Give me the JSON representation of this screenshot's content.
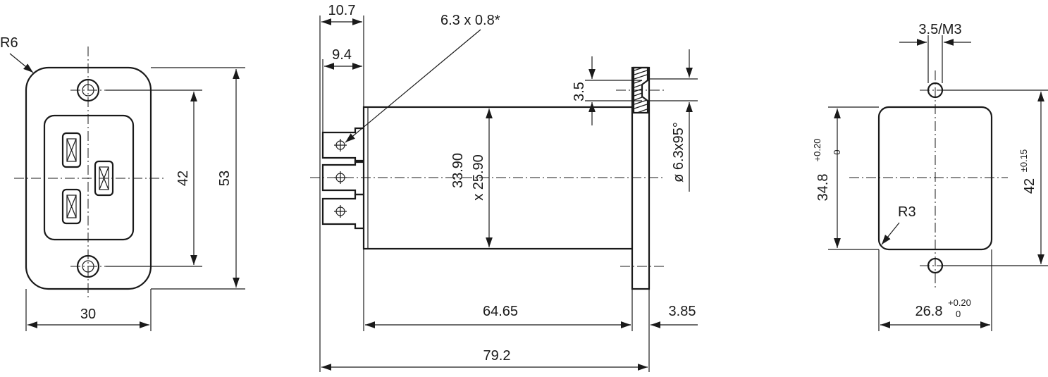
{
  "front_view": {
    "radius_label": "R6",
    "width_label": "30",
    "hole_pitch_label": "42",
    "height_label": "53"
  },
  "side_view": {
    "tab_offset_outer_label": "10.7",
    "tab_offset_inner_label": "9.4",
    "tab_size_label": "6.3 x 0.8*",
    "flange_thickness_label": "3.5",
    "countersink_label": "ø 6.3x95°",
    "body_diameter_label": "33.90",
    "body_diameter_label_2": "x 25.90",
    "body_length_label": "64.65",
    "flange_label": "3.85",
    "total_length_label": "79.2"
  },
  "cutout_view": {
    "hole_label": "3.5/M3",
    "cutout_height_label": "34.8",
    "cutout_height_tol_upper": "+0.20",
    "cutout_height_tol_lower": "0",
    "hole_pitch_label": "42",
    "hole_pitch_tol": "±0.15",
    "corner_radius_label": "R3",
    "cutout_width_label": "26.8",
    "cutout_width_tol_upper": "+0.20",
    "cutout_width_tol_lower": "0"
  }
}
